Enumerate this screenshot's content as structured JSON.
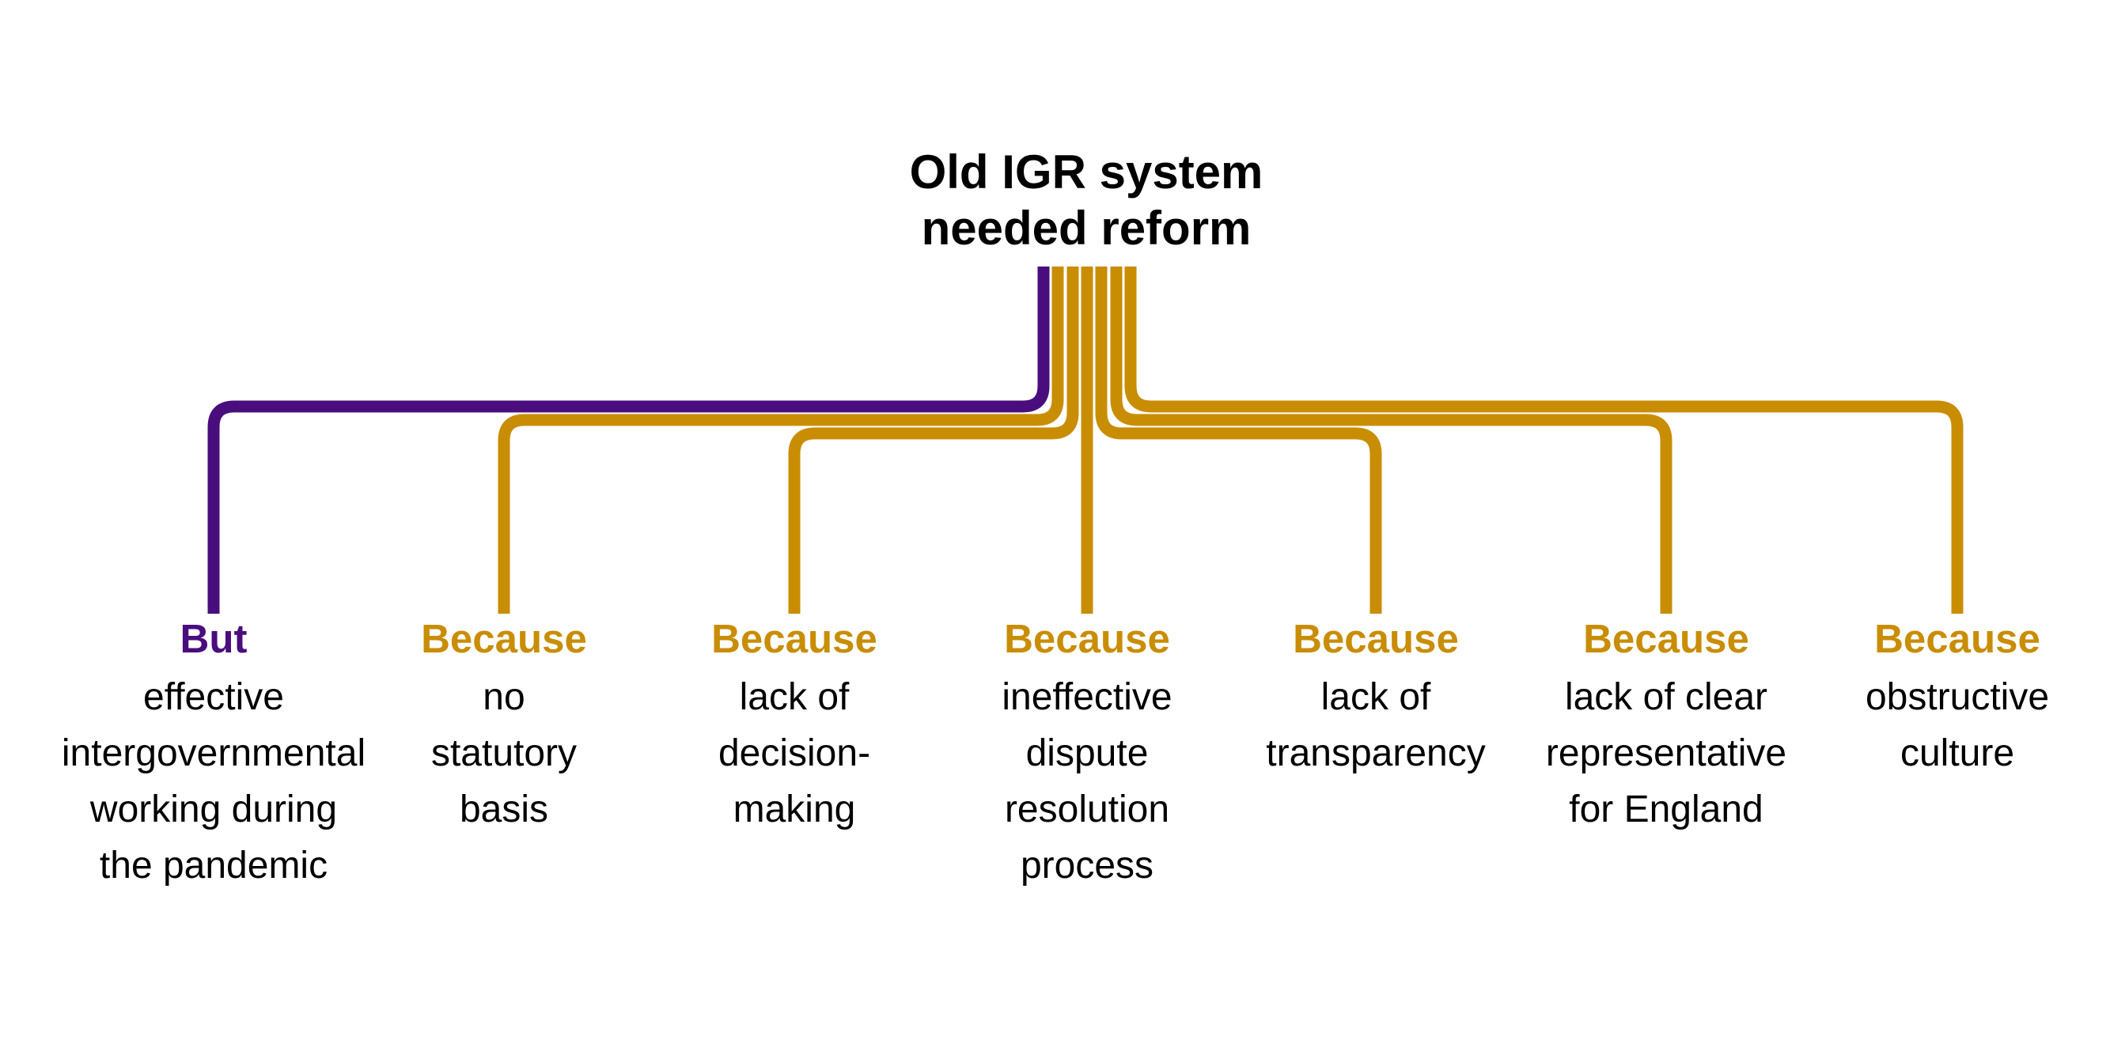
{
  "title": "Old IGR system\nneeded reform",
  "colors": {
    "purple": "#4A0D7E",
    "gold": "#C98D04",
    "text": "#000000",
    "background": "#FFFFFF"
  },
  "nodes": [
    {
      "header": "But",
      "body": "effective\nintergovernmental\nworking during\nthe pandemic"
    },
    {
      "header": "Because",
      "body": "no\nstatutory\nbasis"
    },
    {
      "header": "Because",
      "body": "lack of\ndecision-\nmaking"
    },
    {
      "header": "Because",
      "body": "ineffective\ndispute\nresolution\nprocess"
    },
    {
      "header": "Because",
      "body": "lack of\ntransparency"
    },
    {
      "header": "Because",
      "body": "lack of clear\nrepresentative\nfor England"
    },
    {
      "header": "Because",
      "body": "obstructive\nculture"
    }
  ]
}
